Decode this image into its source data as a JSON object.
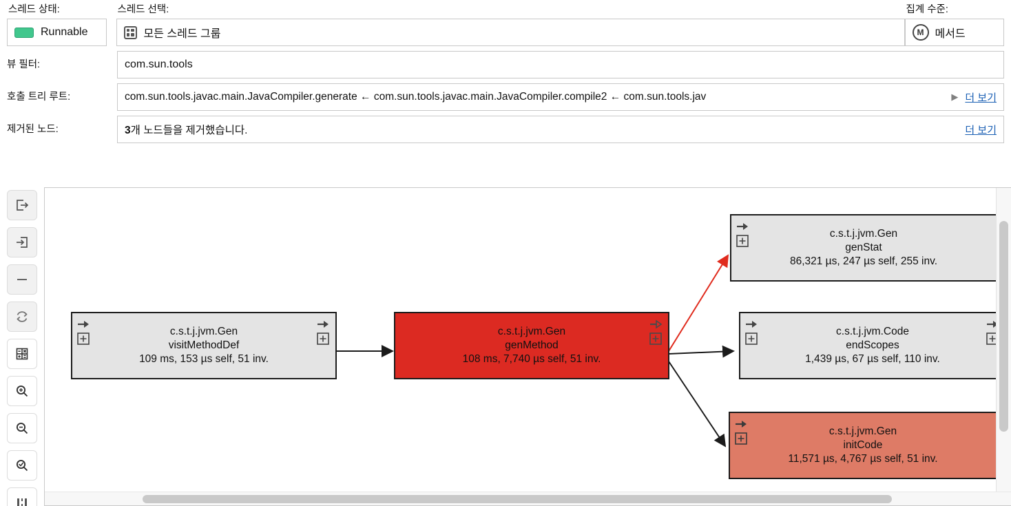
{
  "header": {
    "thread_status": {
      "label": "스레드 상태:",
      "value": "Runnable",
      "chip_color": "#41c78d",
      "icon": "status-chip-icon"
    },
    "thread_select": {
      "label": "스레드 선택:",
      "value": "모든 스레드 그룹",
      "icon": "thread-group-icon"
    },
    "aggregation": {
      "label": "집계 수준:",
      "value": "메서드",
      "icon": "method-circle-icon"
    },
    "view_filter": {
      "label": "뷰 필터:",
      "value": "com.sun.tools"
    },
    "call_tree_root": {
      "label": "호출 트리 루트:",
      "value": "com.sun.tools.javac.main.JavaCompiler.generate ← com.sun.tools.javac.main.JavaCompiler.compile2 ← com.sun.tools.jav",
      "expand_icon": "chevron-right-icon",
      "more_link": "더 보기"
    },
    "removed_nodes": {
      "label": "제거된 노드:",
      "count": "3",
      "value_suffix": "개 노드들을 제거했습니다.",
      "more_link": "더 보기"
    }
  },
  "toolbar": {
    "buttons": [
      {
        "name": "show-outgoing-calls-button",
        "icon": "arrow-out-box-icon"
      },
      {
        "name": "show-incoming-calls-button",
        "icon": "arrow-in-box-icon"
      },
      {
        "name": "remove-node-button",
        "icon": "minus-icon"
      },
      {
        "name": "reset-graph-button",
        "icon": "refresh-cycle-icon"
      },
      {
        "name": "calculator-button",
        "icon": "calculator-icon"
      },
      {
        "name": "zoom-in-button",
        "icon": "zoom-in-icon"
      },
      {
        "name": "zoom-out-button",
        "icon": "zoom-out-icon"
      },
      {
        "name": "zoom-fit-button",
        "icon": "zoom-fit-icon"
      },
      {
        "name": "layout-button",
        "icon": "layout-distribute-icon"
      }
    ]
  },
  "graph": {
    "nodes": [
      {
        "id": "visitMethodDef",
        "class_name": "c.s.t.j.jvm.Gen",
        "method": "visitMethodDef",
        "metrics": "109 ms, 153 µs self, 51 inv.",
        "state": "normal",
        "left_icons": true,
        "right_icons": true
      },
      {
        "id": "genMethod",
        "class_name": "c.s.t.j.jvm.Gen",
        "method": "genMethod",
        "metrics": "108 ms, 7,740 µs self, 51 inv.",
        "state": "hot",
        "left_icons": false,
        "right_icons": true
      },
      {
        "id": "genStat",
        "class_name": "c.s.t.j.jvm.Gen",
        "method": "genStat",
        "metrics": "86,321 µs, 247 µs self, 255 inv.",
        "state": "normal",
        "left_icons": true,
        "right_icons": false
      },
      {
        "id": "endScopes",
        "class_name": "c.s.t.j.jvm.Code",
        "method": "endScopes",
        "metrics": "1,439 µs, 67 µs self, 110 inv.",
        "state": "normal",
        "left_icons": true,
        "right_icons": true
      },
      {
        "id": "initCode",
        "class_name": "c.s.t.j.jvm.Gen",
        "method": "initCode",
        "metrics": "11,571 µs, 4,767 µs self, 51 inv.",
        "state": "warm",
        "left_icons": true,
        "right_icons": false
      }
    ],
    "edges": [
      {
        "from": "visitMethodDef",
        "to": "genMethod",
        "color": "#1b1b1b"
      },
      {
        "from": "genMethod",
        "to": "genStat",
        "color": "#e02b1d"
      },
      {
        "from": "genMethod",
        "to": "endScopes",
        "color": "#1b1b1b"
      },
      {
        "from": "genMethod",
        "to": "initCode",
        "color": "#1b1b1b"
      }
    ],
    "colors": {
      "hot": "#dc2a22",
      "warm": "#de7b66",
      "normal": "#e4e4e4",
      "hot_edge": "#e02b1d"
    }
  }
}
